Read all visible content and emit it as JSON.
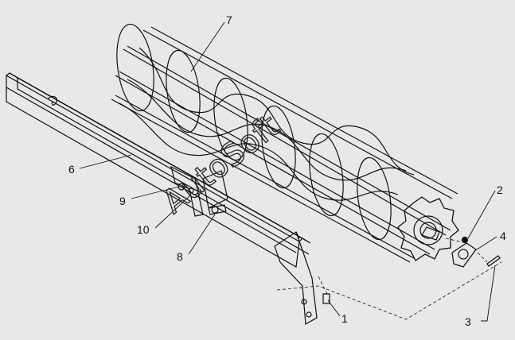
{
  "diagram": {
    "callouts": [
      {
        "id": "1",
        "label": "1"
      },
      {
        "id": "2",
        "label": "2"
      },
      {
        "id": "3",
        "label": "3"
      },
      {
        "id": "4",
        "label": "4"
      },
      {
        "id": "6",
        "label": "6"
      },
      {
        "id": "7",
        "label": "7"
      },
      {
        "id": "8",
        "label": "8"
      },
      {
        "id": "9",
        "label": "9"
      },
      {
        "id": "10",
        "label": "10"
      }
    ],
    "watermark": "AutoSoft",
    "colors": {
      "background": "#e8e8e8",
      "line": "#111111"
    }
  }
}
